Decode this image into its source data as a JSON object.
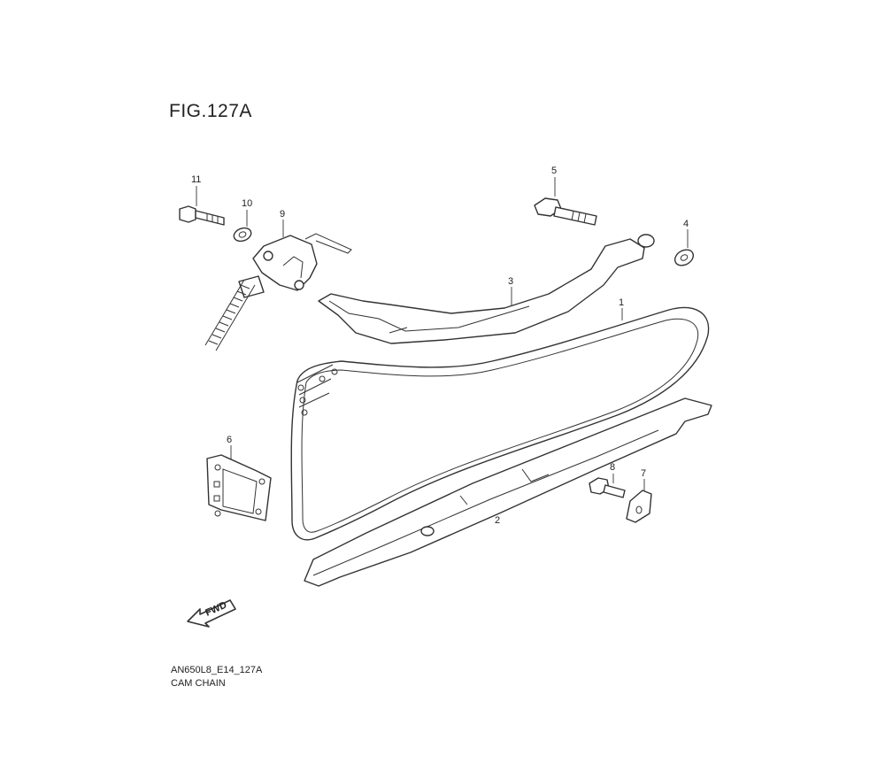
{
  "figure": {
    "title": "FIG.127A",
    "code": "AN650L8_E14_127A",
    "name": "CAM CHAIN"
  },
  "direction_arrow": {
    "label": "FWD",
    "icon": "forward-arrow-icon"
  },
  "callouts": {
    "p1": "1",
    "p2": "2",
    "p3": "3",
    "p4": "4",
    "p5": "5",
    "p6": "6",
    "p7": "7",
    "p8": "8",
    "p9": "9",
    "p10": "10",
    "p11": "11"
  },
  "parts": [
    {
      "no": "1",
      "type": "cam-chain"
    },
    {
      "no": "2",
      "type": "chain-guide"
    },
    {
      "no": "3",
      "type": "tensioner-arm"
    },
    {
      "no": "4",
      "type": "washer"
    },
    {
      "no": "5",
      "type": "bolt"
    },
    {
      "no": "6",
      "type": "gasket"
    },
    {
      "no": "7",
      "type": "clamp"
    },
    {
      "no": "8",
      "type": "bolt"
    },
    {
      "no": "9",
      "type": "tensioner-adjuster"
    },
    {
      "no": "10",
      "type": "washer"
    },
    {
      "no": "11",
      "type": "bolt"
    }
  ]
}
